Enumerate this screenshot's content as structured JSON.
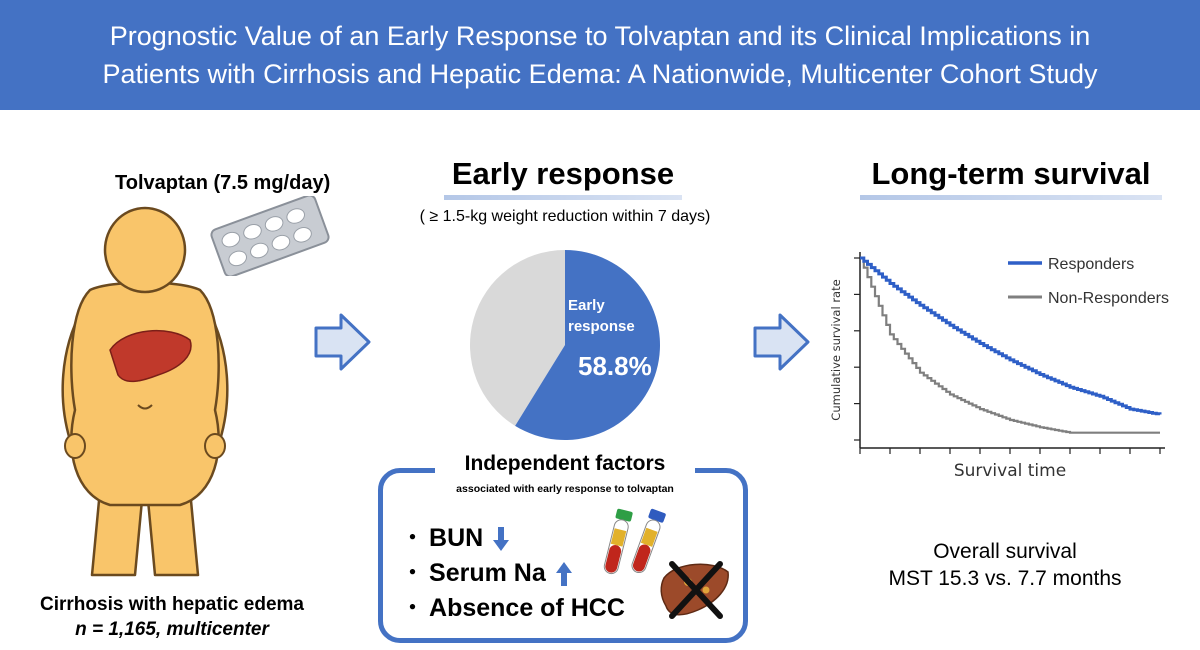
{
  "header": {
    "title_line1": "Prognostic Value of an Early Response to Tolvaptan and its Clinical Implications in",
    "title_line2": "Patients with Cirrhosis and Hepatic Edema: A Nationwide, Multicenter Cohort Study"
  },
  "left": {
    "drug": "Tolvaptan (7.5 mg/day)",
    "cohort_line1": "Cirrhosis with hepatic edema",
    "cohort_line2": "n = 1,165, multicenter"
  },
  "middle": {
    "title": "Early response",
    "criterion": "( ≥ 1.5-kg weight reduction within 7 days)",
    "pie_label_line1": "Early",
    "pie_label_line2": "response",
    "pie_value_label": "58.8%",
    "pie_fraction": 0.588,
    "factors_title": "Independent factors",
    "factors_subtitle": "associated with early response to tolvaptan",
    "factors": [
      {
        "bullet": "・",
        "label": "BUN",
        "trend": "down"
      },
      {
        "bullet": "・",
        "label": "Serum Na",
        "trend": "up"
      },
      {
        "bullet": "・",
        "label": "Absence of HCC",
        "trend": ""
      }
    ]
  },
  "right": {
    "title": "Long-term survival",
    "ylabel": "Cumulative survival rate",
    "xlabel": "Survival time",
    "legend": [
      "Responders",
      "Non-Responders"
    ],
    "os_line1": "Overall survival",
    "os_line2": "MST 15.3 vs. 7.7 months"
  },
  "colors": {
    "accent": "#4472c4",
    "pie_other": "#d9d9d9",
    "responders": "#2e5fc7",
    "non_responders": "#7f7f7f",
    "skin": "#f9c56a"
  },
  "chart_data": {
    "type": "line",
    "title": "",
    "xlabel": "Survival time",
    "ylabel": "Cumulative survival rate",
    "series": [
      {
        "name": "Responders",
        "x": [
          0,
          1,
          2,
          3,
          4,
          5,
          6,
          7,
          8,
          9,
          10
        ],
        "values": [
          1.0,
          0.86,
          0.74,
          0.63,
          0.53,
          0.44,
          0.36,
          0.29,
          0.24,
          0.17,
          0.14
        ]
      },
      {
        "name": "Non-Responders",
        "x": [
          0,
          1,
          2,
          3,
          4,
          5,
          6,
          7,
          8,
          9,
          10
        ],
        "values": [
          1.0,
          0.58,
          0.37,
          0.25,
          0.17,
          0.11,
          0.07,
          0.04,
          0.04,
          0.04,
          0.04
        ]
      }
    ]
  }
}
